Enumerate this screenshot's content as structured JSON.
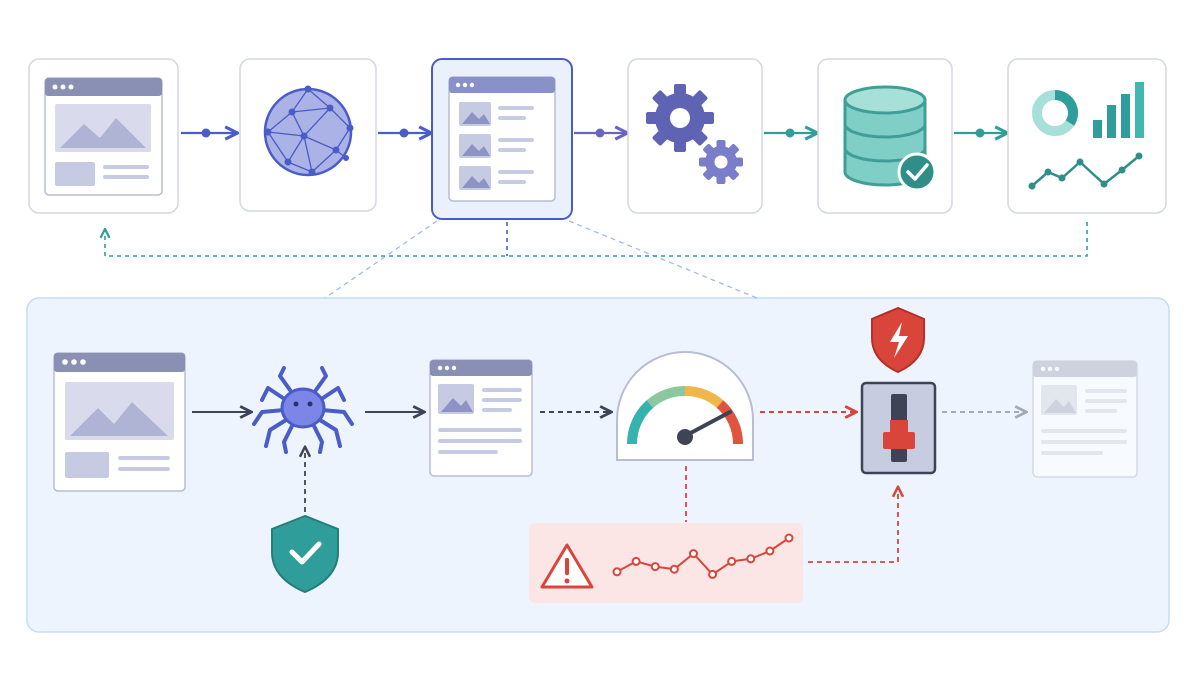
{
  "pipeline": {
    "stages": [
      {
        "name": "source-page",
        "icon": "webpage-icon"
      },
      {
        "name": "web",
        "icon": "network-globe-icon"
      },
      {
        "name": "listing-page",
        "icon": "listing-page-icon",
        "highlighted": true
      },
      {
        "name": "processing",
        "icon": "gears-icon"
      },
      {
        "name": "storage",
        "icon": "database-check-icon"
      },
      {
        "name": "analytics",
        "icon": "analytics-charts-icon"
      }
    ],
    "feedback_loop": true
  },
  "detail": {
    "steps": [
      {
        "name": "webpage",
        "icon": "webpage-icon"
      },
      {
        "name": "crawler",
        "icon": "spider-bot-icon"
      },
      {
        "name": "extracted-page",
        "icon": "extracted-page-icon"
      },
      {
        "name": "rate-gauge",
        "icon": "gauge-icon"
      },
      {
        "name": "circuit-breaker",
        "icon": "switch-icon"
      },
      {
        "name": "blocked-output",
        "icon": "faded-page-icon"
      }
    ],
    "protection_icon": "shield-check-icon",
    "breaker_alert_icon": "shield-lightning-icon",
    "alert_panel_icon": "warning-icon",
    "anomaly_trend": [
      0.35,
      0.55,
      0.45,
      0.4,
      0.7,
      0.3,
      0.55,
      0.6,
      0.75,
      1.0
    ]
  },
  "colors": {
    "primary": "#4a5cc7",
    "teal": "#2f9e9b",
    "alert": "#d9453b",
    "panel": "#eef4fd",
    "panel_border": "#c8dbf3",
    "box_border": "#d4d8e0",
    "page_header": "#8a90b4",
    "icon_fill": "#c7cae3",
    "gear": "#5f63b3",
    "db": "#7fcfc6",
    "db_dark": "#3f9f97",
    "alert_panel": "#fbe5e5",
    "gray": "#9aa0ab"
  }
}
